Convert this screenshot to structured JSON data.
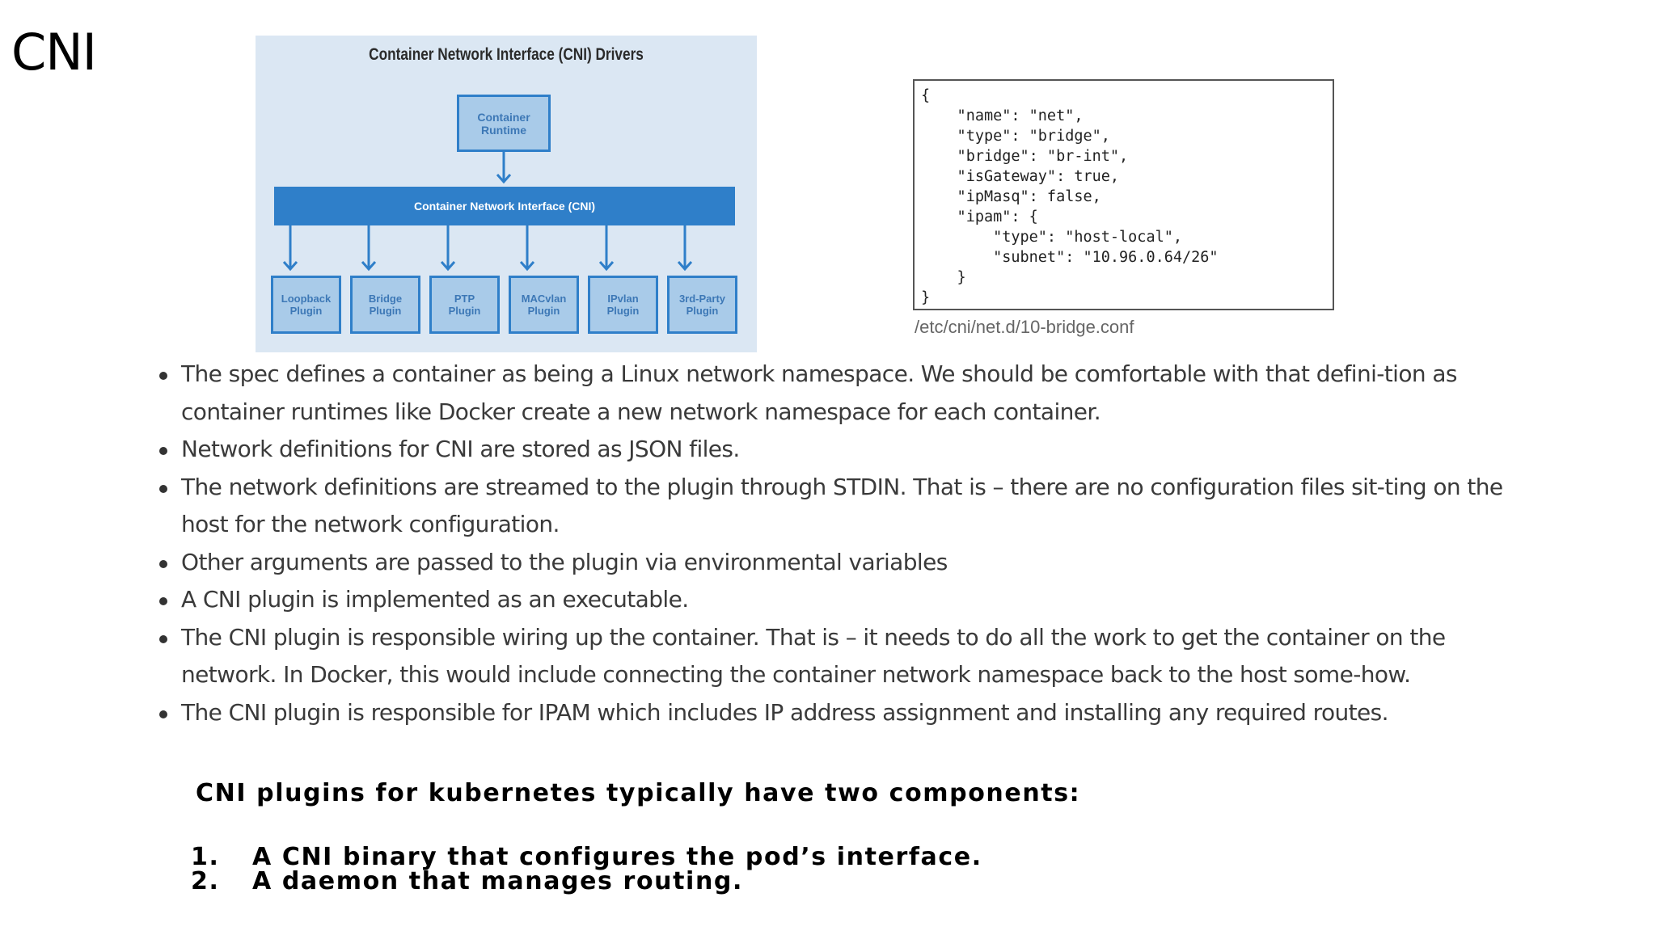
{
  "slide": {
    "title": "CNI"
  },
  "diagram": {
    "title": "Container Network Interface (CNI) Drivers",
    "runtime_label": "Container\nRuntime",
    "cni_bar_label": "Container Network Interface (CNI)",
    "plugins": [
      "Loopback\nPlugin",
      "Bridge\nPlugin",
      "PTP\nPlugin",
      "MACvlan\nPlugin",
      "IPvlan\nPlugin",
      "3rd-Party\nPlugin"
    ],
    "colors": {
      "background": "#dbe7f3",
      "accent": "#2f7fc9",
      "box_fill": "#a9cbe9"
    }
  },
  "config": {
    "code": "{\n    \"name\": \"net\",\n    \"type\": \"bridge\",\n    \"bridge\": \"br-int\",\n    \"isGateway\": true,\n    \"ipMasq\": false,\n    \"ipam\": {\n        \"type\": \"host-local\",\n        \"subnet\": \"10.96.0.64/26\"\n    }\n}",
    "caption": "/etc/cni/net.d/10-bridge.conf"
  },
  "bullets": [
    "The spec defines a container as being a Linux network namespace.  We should be comfortable with that defini-tion as container runtimes like Docker create a new network namespace for each container.",
    "Network definitions for CNI are stored as JSON files.",
    "The network definitions are streamed to the plugin through STDIN.  That is – there are no configuration files sit-ting on the host for the network configuration.",
    "Other arguments are passed to the plugin via environmental variables",
    "A CNI plugin is implemented as an executable.",
    "The CNI plugin is responsible wiring up the container.  That is – it needs to do all the work to get the container on the network.  In Docker, this would include connecting the container network namespace back to the host some-how.",
    "The CNI plugin is responsible for IPAM which includes IP address assignment and installing any required routes."
  ],
  "components": {
    "heading": "CNI plugins for kubernetes typically have two components:",
    "items": [
      {
        "num": "1.",
        "text": "A CNI binary that configures the pod’s interface."
      },
      {
        "num": "2.",
        "text": "A daemon that manages routing."
      }
    ]
  }
}
